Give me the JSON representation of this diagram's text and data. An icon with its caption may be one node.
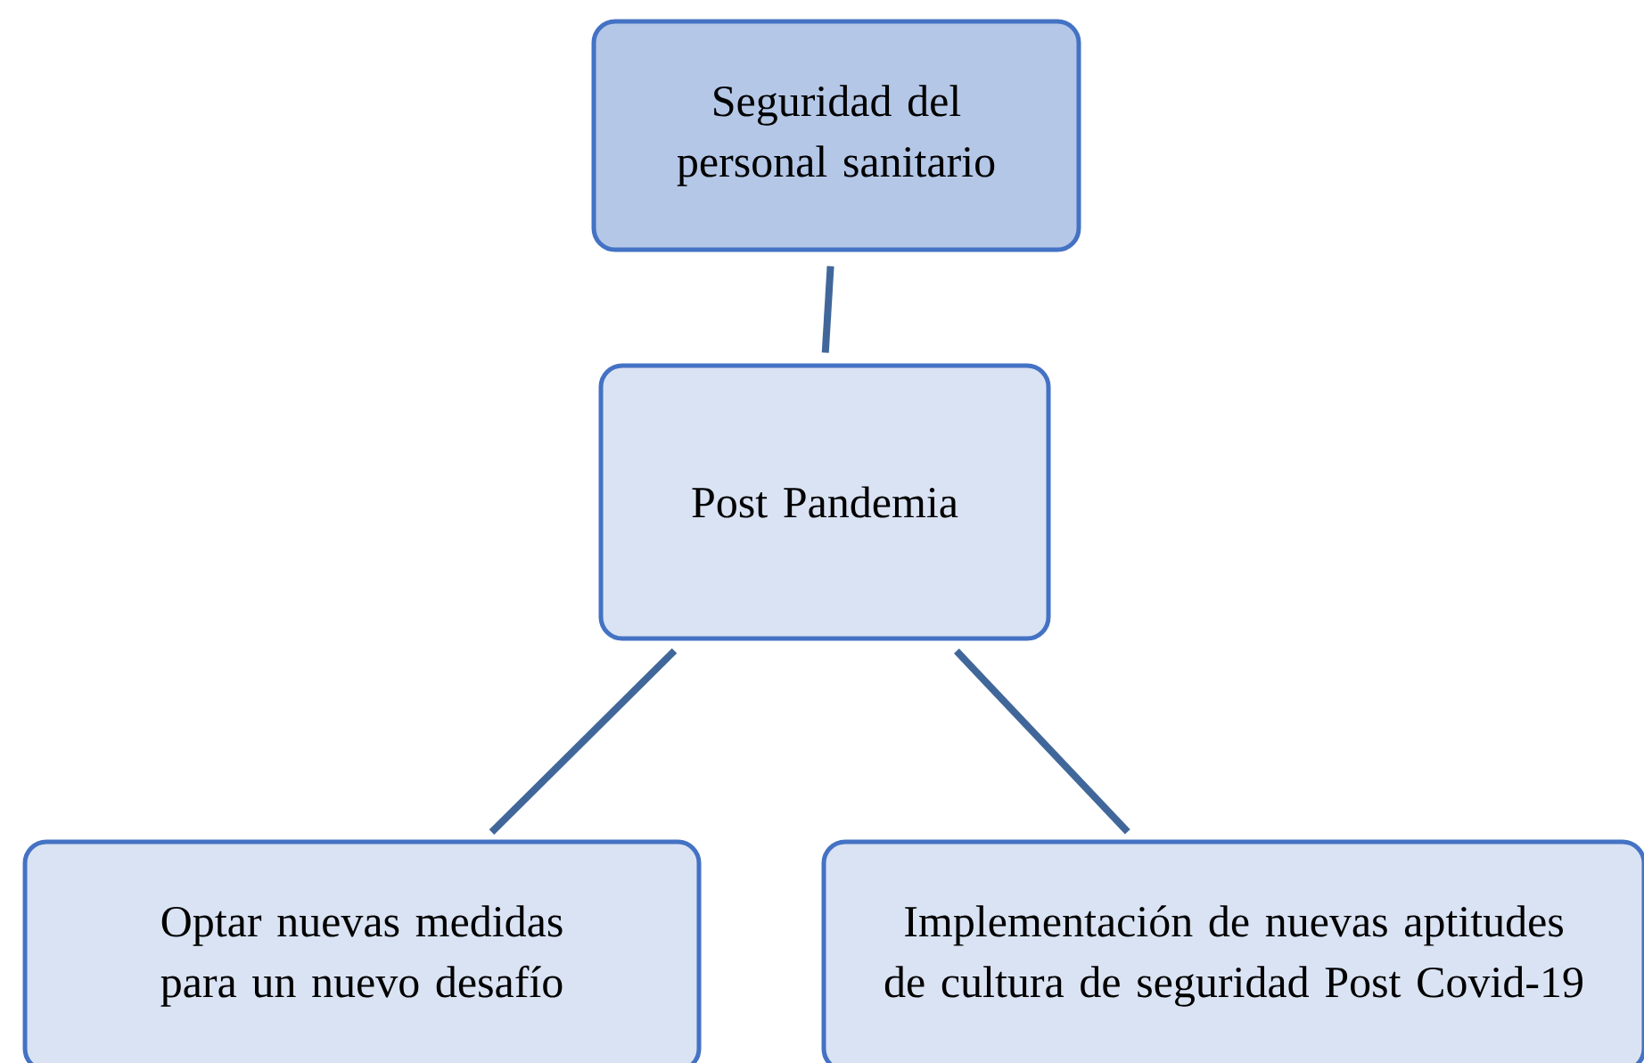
{
  "diagram": {
    "nodes": [
      {
        "text": [
          "Seguridad del personal sanitario"
        ]
      },
      {
        "text": [
          "Post Pandemia"
        ]
      },
      {
        "text": [
          "Optar nuevas medidas para un nuevo desafío"
        ]
      },
      {
        "text": [
          "Implementación de nuevas aptitudes de cultura de seguridad Post Covid-19"
        ]
      }
    ],
    "edges": [
      {
        "from": 0,
        "to": 1,
        "arrow": "none"
      },
      {
        "from": 1,
        "to": 2,
        "arrow": "none"
      },
      {
        "from": 1,
        "to": 3,
        "arrow": "none"
      }
    ]
  }
}
